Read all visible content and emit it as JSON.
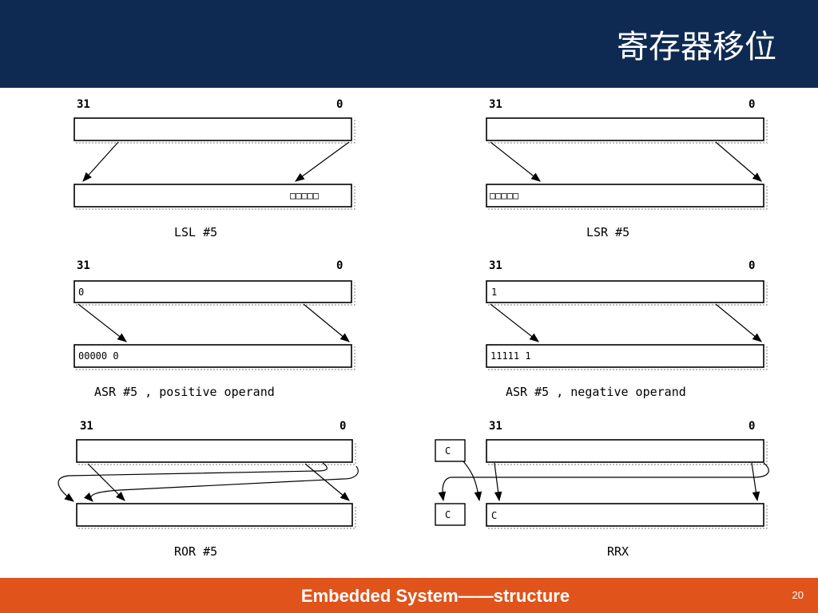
{
  "header": {
    "title": "寄存器移位"
  },
  "footer": {
    "text": "Embedded System——structure",
    "page_number": "20"
  },
  "diagrams": [
    {
      "id": "lsl",
      "hi_bit": "31",
      "lo_bit": "0",
      "result_bits": "□□□□□",
      "caption": "LSL  #5"
    },
    {
      "id": "lsr",
      "hi_bit": "31",
      "lo_bit": "0",
      "result_bits": "□□□□□",
      "caption": "LSR  #5"
    },
    {
      "id": "asr_pos",
      "hi_bit": "31",
      "lo_bit": "0",
      "source_bits": "0",
      "result_bits": "00000 0",
      "caption": "ASR  #5  , positive operand"
    },
    {
      "id": "asr_neg",
      "hi_bit": "31",
      "lo_bit": "0",
      "source_bits": "1",
      "result_bits": "11111 1",
      "caption": "ASR  #5  , negative operand"
    },
    {
      "id": "ror",
      "hi_bit": "31",
      "lo_bit": "0",
      "caption": "ROR  #5"
    },
    {
      "id": "rrx",
      "hi_bit": "31",
      "lo_bit": "0",
      "carry_in": "C",
      "carry_out": "C",
      "result_bits": "C",
      "caption": "RRX"
    }
  ]
}
